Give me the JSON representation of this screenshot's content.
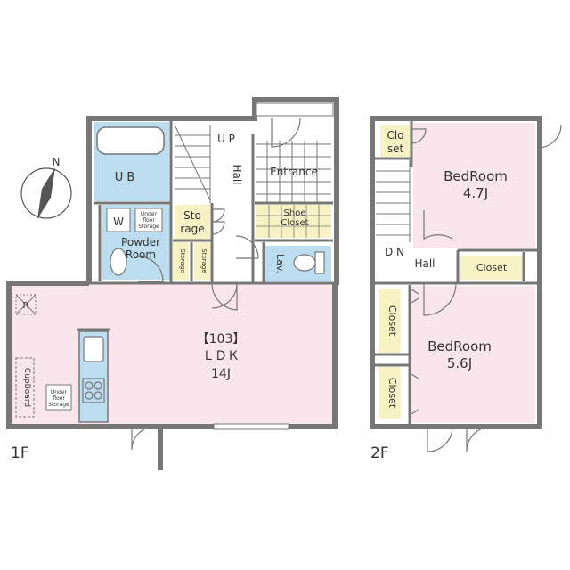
{
  "colors": {
    "wall": "#777777",
    "pink": "#f9e6ec",
    "blue": "#bcdcef",
    "yellow": "#f7f2c4",
    "text": "#333333",
    "white": "#ffffff"
  },
  "compass": {
    "north": "N"
  },
  "floor1": {
    "label": "1F",
    "ub": "U B",
    "up": "U P",
    "hall": "Hall",
    "entrance": "Entrance",
    "shoe_closet_1": "Shoe",
    "shoe_closet_2": "Closet",
    "washer": "W",
    "underfloor_1": "Under",
    "underfloor_2": "floor",
    "underfloor_3": "Storage",
    "storage_1": "Sto",
    "storage_2": "rage",
    "powder_1": "Powder",
    "powder_2": "Room",
    "storage_small_1": "Storage",
    "storage_small_2": "Storage",
    "lav": "Lav.",
    "refrigerator": "R",
    "cupboard": "CupBoard",
    "unit": "【103】",
    "ldk": "ＬＤＫ",
    "ldk_size": "14J"
  },
  "floor2": {
    "label": "2F",
    "closet_top_1": "Clo",
    "closet_top_2": "set",
    "bedroom1": "BedRoom",
    "bedroom1_size": "4.7J",
    "dn": "D N",
    "hall": "Hall",
    "closet_mid": "Closet",
    "bedroom2": "BedRoom",
    "bedroom2_size": "5.6J",
    "closet_left_1": "Closet",
    "closet_left_2": "Closet"
  }
}
